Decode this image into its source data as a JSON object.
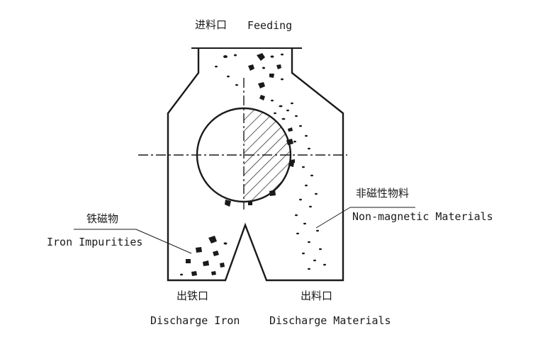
{
  "labels": {
    "feeding": {
      "cn": "进料口",
      "en": "Feeding"
    },
    "iron_impurities": {
      "cn": "铁磁物",
      "en": "Iron Impurities"
    },
    "non_magnetic": {
      "cn": "非磁性物料",
      "en": "Non-magnetic Materials"
    },
    "discharge_iron": {
      "cn": "出铁口",
      "en": "Discharge Iron"
    },
    "discharge_materials": {
      "cn": "出料口",
      "en": "Discharge Materials"
    }
  },
  "colors": {
    "line": "#1a1a1a",
    "background": "#ffffff"
  }
}
